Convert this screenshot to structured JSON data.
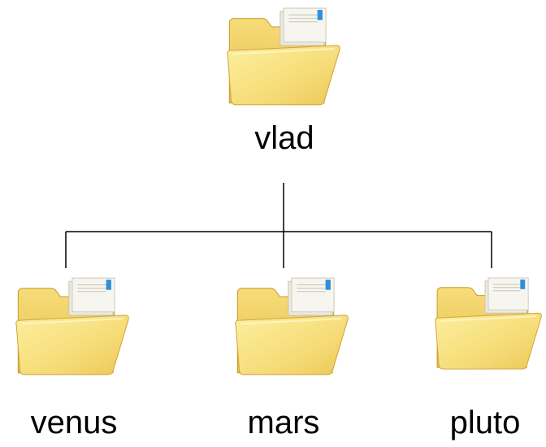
{
  "root": {
    "name": "vlad",
    "icon": "folder-icon"
  },
  "children": [
    {
      "name": "venus",
      "icon": "folder-icon"
    },
    {
      "name": "mars",
      "icon": "folder-icon"
    },
    {
      "name": "pluto",
      "icon": "folder-icon"
    }
  ],
  "colors": {
    "folder_light": "#fbe895",
    "folder_mid": "#f3cf5f",
    "folder_dark": "#d9ad3c",
    "paper": "#f4f2ea",
    "tab_blue": "#2f8fd8",
    "line": "#000000"
  }
}
